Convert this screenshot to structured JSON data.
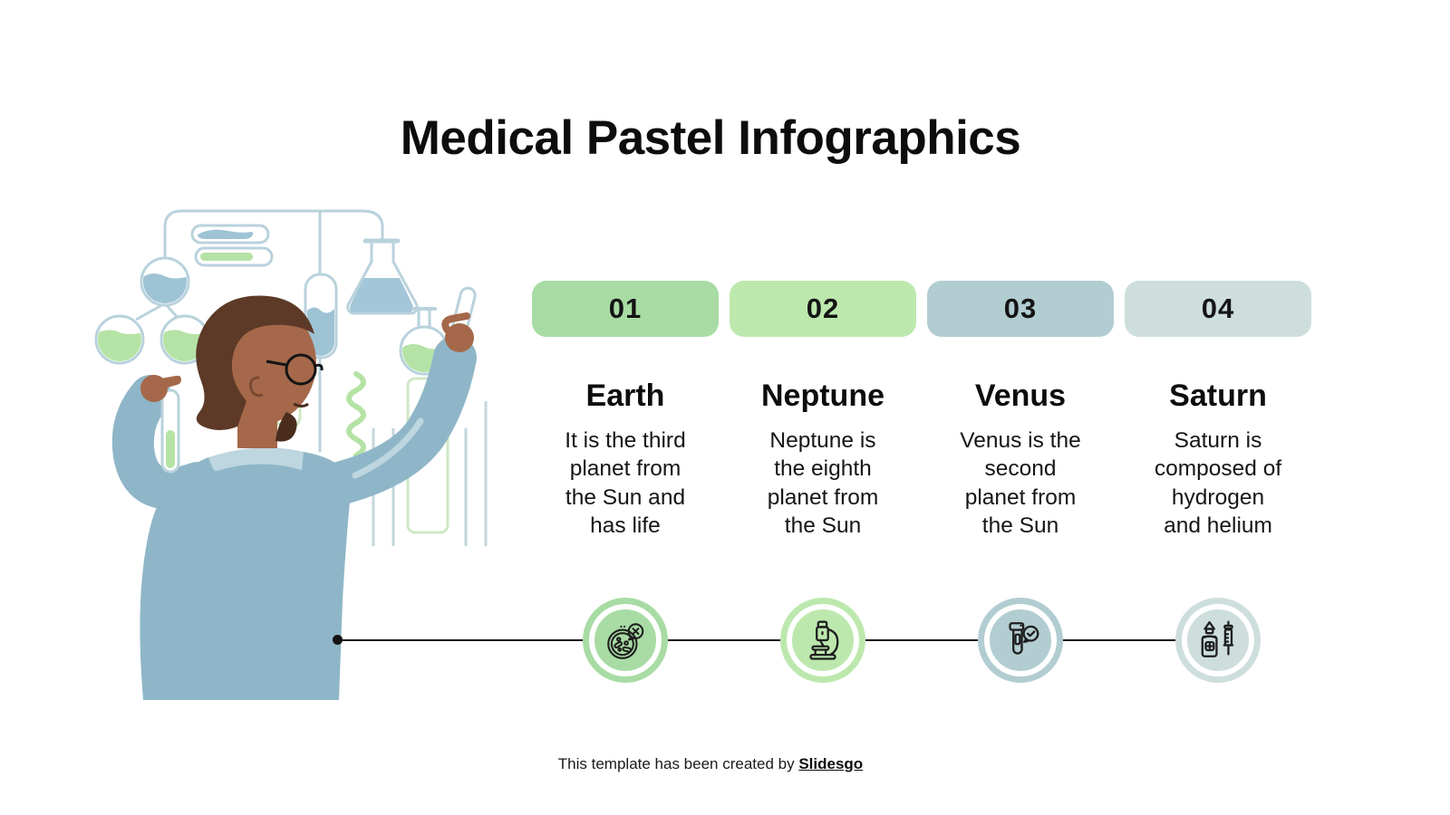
{
  "title": "Medical Pastel Infographics",
  "columns": [
    {
      "number": "01",
      "name": "Earth",
      "description": "It is the third\nplanet from\nthe Sun and\nhas life",
      "badge_color": "#a8dca4",
      "icon": "petri-dish-icon"
    },
    {
      "number": "02",
      "name": "Neptune",
      "description": "Neptune is\nthe eighth\nplanet from\nthe Sun",
      "badge_color": "#bce8ad",
      "icon": "microscope-icon"
    },
    {
      "number": "03",
      "name": "Venus",
      "description": "Venus is the\nsecond\nplanet from\nthe Sun",
      "badge_color": "#b2cdd1",
      "icon": "test-tube-check-icon"
    },
    {
      "number": "04",
      "name": "Saturn",
      "description": "Saturn is\ncomposed of\nhydrogen\nand helium",
      "badge_color": "#cddedd",
      "icon": "medicine-syringe-icon"
    }
  ],
  "footer": {
    "text": "This template has been created by",
    "brand": "Slidesgo"
  },
  "illustration": {
    "name": "scientist-in-lab-illustration"
  },
  "colors": {
    "background": "#ffffff",
    "accent_green_1": "#a8dca4",
    "accent_green_2": "#bce8ad",
    "accent_blue_1": "#b2cdd1",
    "accent_blue_2": "#cddedd",
    "timeline_line": "#141414",
    "coat_blue": "#8fb6c8",
    "text_dark": "#0d0d0d"
  }
}
